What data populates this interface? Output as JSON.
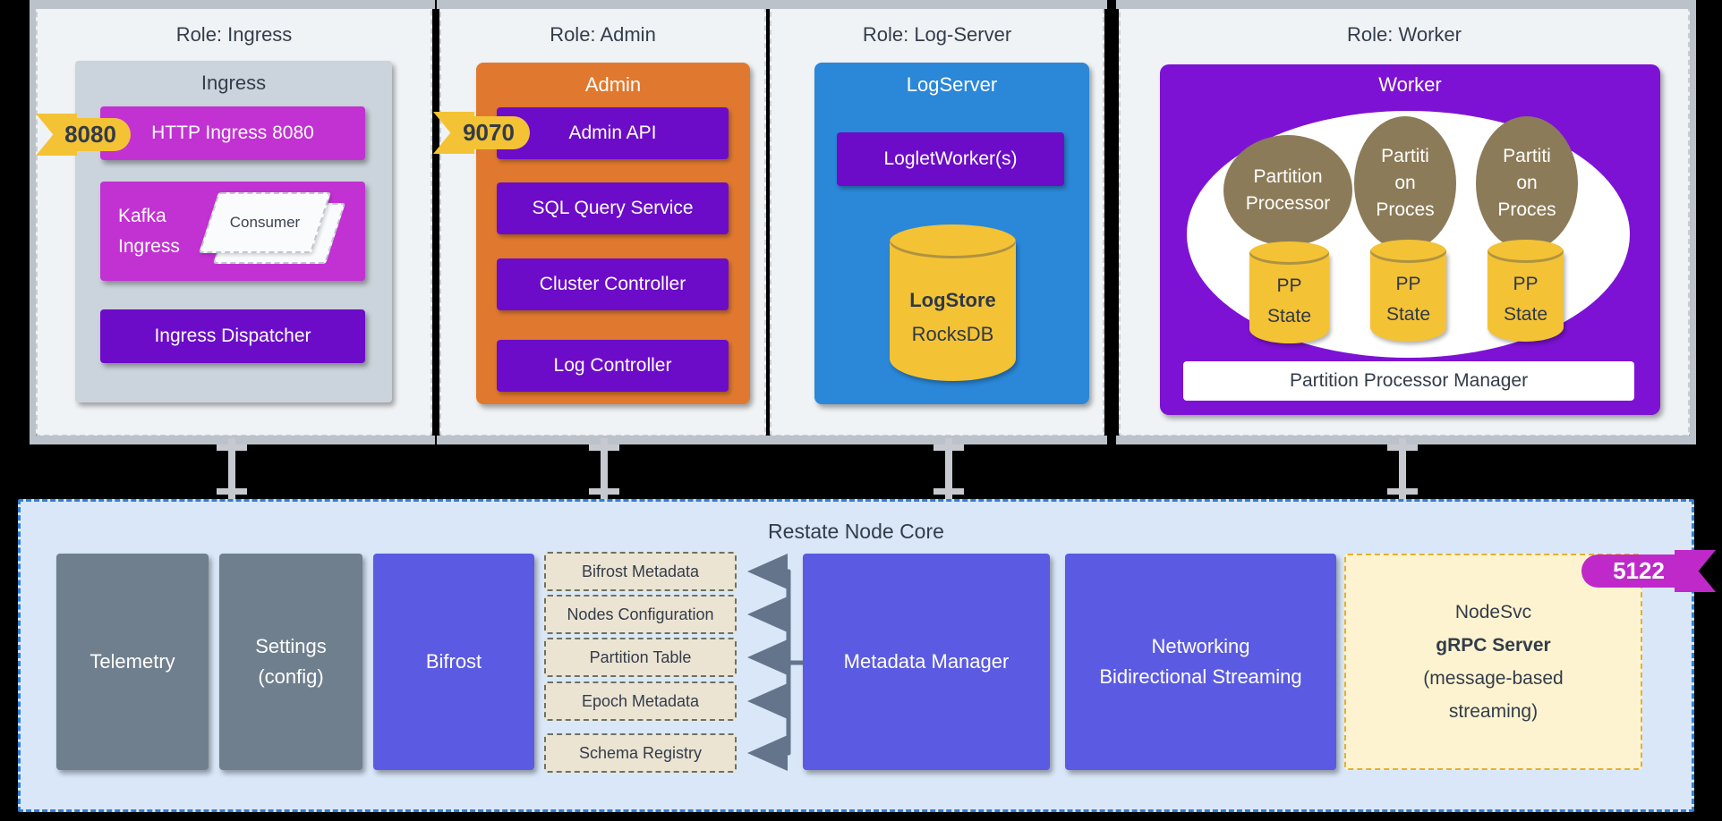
{
  "panels": {
    "ingress": {
      "role_title": "Role: Ingress",
      "box_title": "Ingress",
      "port_badge": "8080",
      "http_label": "HTTP Ingress 8080",
      "kafka_line1": "Kafka",
      "kafka_line2": "Ingress",
      "consumer_label": "Consumer",
      "dispatcher_label": "Ingress Dispatcher"
    },
    "admin": {
      "role_title": "Role: Admin",
      "box_title": "Admin",
      "port_badge": "9070",
      "items": [
        "Admin API",
        "SQL Query Service",
        "Cluster Controller",
        "Log Controller"
      ]
    },
    "log_server": {
      "role_title": "Role: Log-Server",
      "box_title": "LogServer",
      "loglet_label": "LogletWorker(s)",
      "store_name": "LogStore",
      "store_engine": "RocksDB"
    },
    "worker": {
      "role_title": "Role: Worker",
      "box_title": "Worker",
      "pp_line1": "Partition",
      "pp_line2": "Processor",
      "pp_clipped": [
        "Partiti",
        "on",
        "Proces"
      ],
      "pp_state_line1": "PP",
      "pp_state_line2": "State",
      "manager_label": "Partition Processor Manager"
    }
  },
  "core": {
    "title": "Restate Node Core",
    "telemetry_label": "Telemetry",
    "settings_line1": "Settings",
    "settings_line2": "(config)",
    "bifrost_label": "Bifrost",
    "metadata_items": [
      "Bifrost Metadata",
      "Nodes Configuration",
      "Partition Table",
      "Epoch Metadata",
      "Schema Registry"
    ],
    "metadata_manager_label": "Metadata Manager",
    "networking_line1": "Networking",
    "networking_line2": "Bidirectional Streaming",
    "nodesvc_line1": "NodeSvc",
    "nodesvc_line2": "gRPC Server",
    "nodesvc_line3": "(message-based",
    "nodesvc_line4": "streaming)",
    "port_badge": "5122"
  },
  "colors": {
    "background": "#000000",
    "panel_bg": "#f0f3f5",
    "magenta_box": "#c232d2",
    "purple_box": "#6c0cc8",
    "worker_purple": "#7d12d4",
    "orange_box": "#e0792f",
    "blue_box": "#2b87d8",
    "yellow": "#f4c235",
    "olive": "#8c7b58",
    "core_bg": "#d9e7f8",
    "core_border": "#2f80d6",
    "slate_box": "#6f7f8d",
    "indigo_box": "#5b5ae2",
    "beige_box": "#ece4d3",
    "nodesvc_bg": "#fdf3d0",
    "magenta_badge": "#bf29c9",
    "arrow": "#64748b"
  }
}
